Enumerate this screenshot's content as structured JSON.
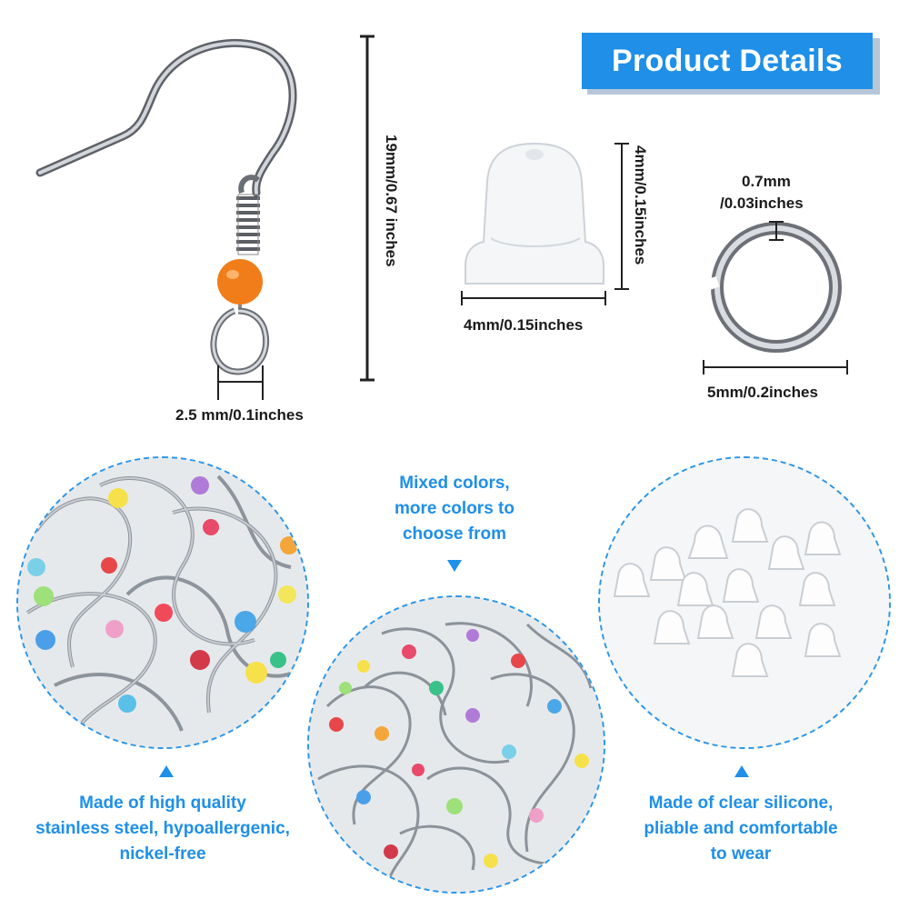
{
  "header": {
    "title": "Product Details"
  },
  "dimensions": {
    "hook_height": "19mm/0.67 inches",
    "hook_loop": "2.5 mm/0.1inches",
    "stopper_height": "4mm/0.15inches",
    "stopper_width": "4mm/0.15inches",
    "ring_thickness_line1": "0.7mm",
    "ring_thickness_line2": "/0.03inches",
    "ring_diameter": "5mm/0.2inches"
  },
  "captions": {
    "mixed": [
      "Mixed colors,",
      "more colors to",
      "choose from"
    ],
    "steel": [
      "Made of high quality",
      "stainless steel, hypoallergenic,",
      "nickel-free"
    ],
    "silicone": [
      "Made of clear silicone,",
      "pliable and comfortable",
      "to wear"
    ]
  },
  "colors": {
    "accent": "#1f8fe8",
    "bead_orange": "#f07d1a"
  }
}
